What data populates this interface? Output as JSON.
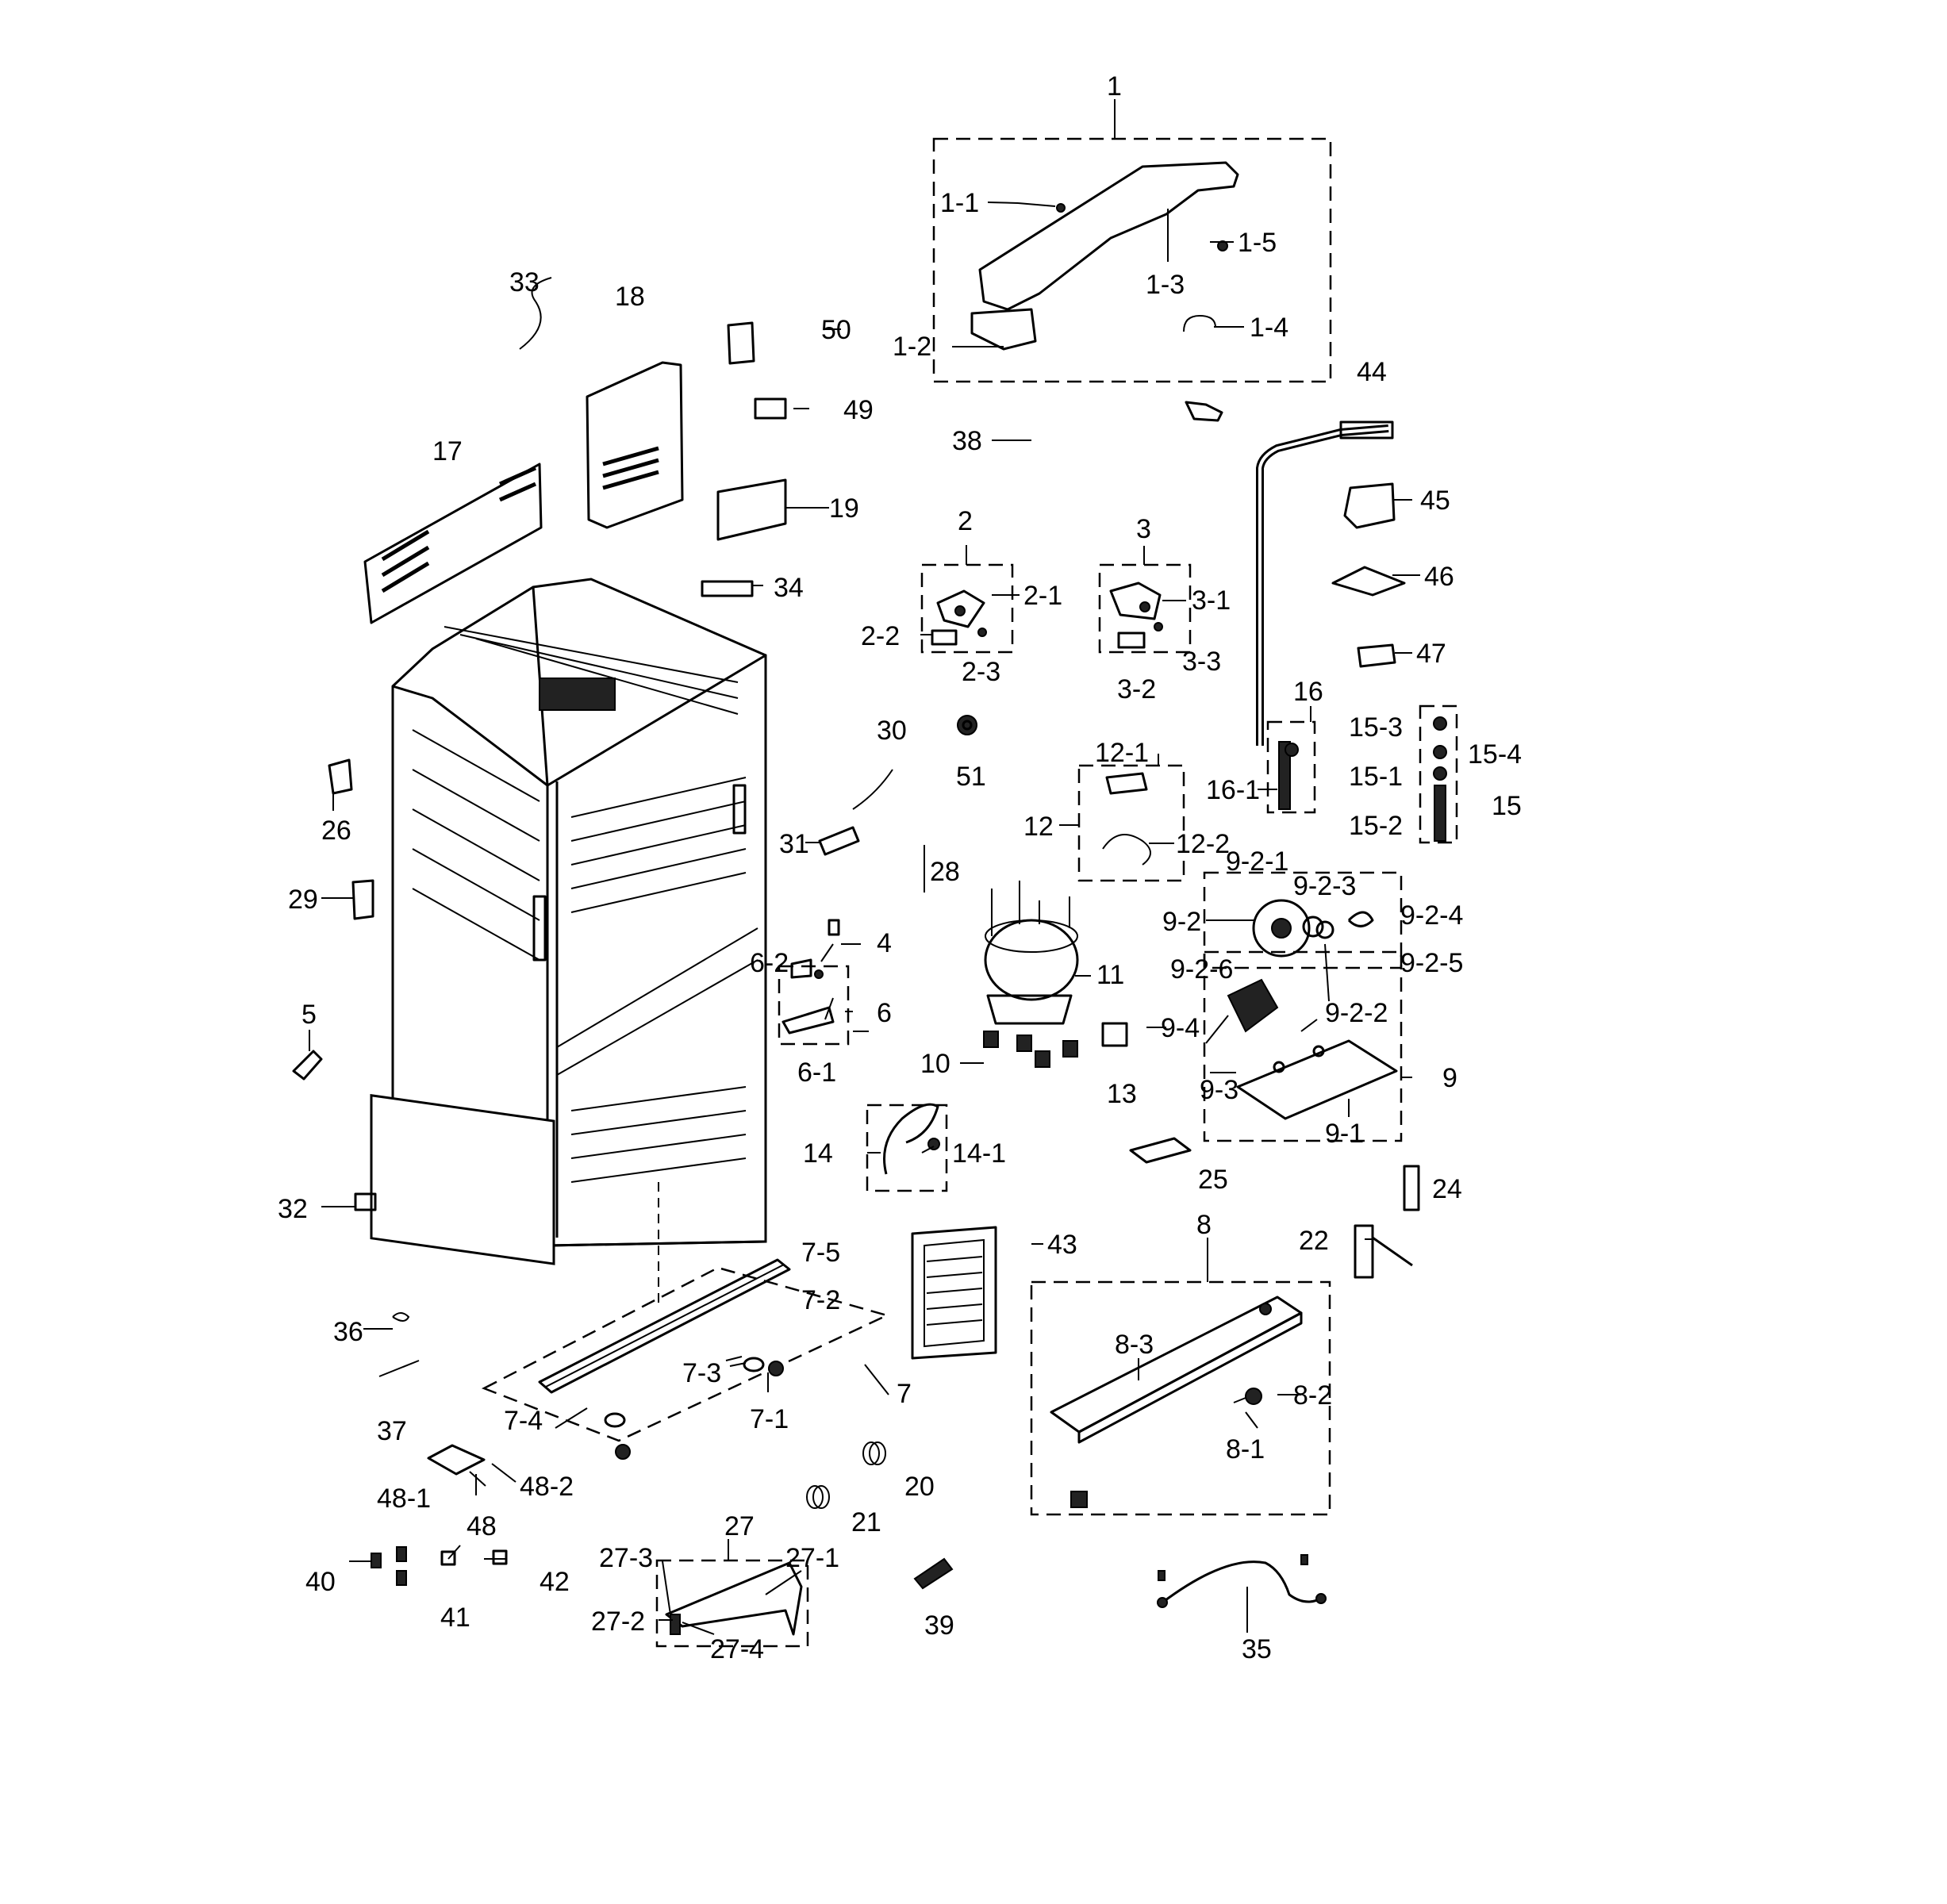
{
  "diagram": {
    "labels": [
      "1",
      "1-1",
      "1-2",
      "1-3",
      "1-4",
      "1-5",
      "2",
      "2-1",
      "2-2",
      "2-3",
      "3",
      "3-1",
      "3-2",
      "3-3",
      "4",
      "5",
      "6",
      "6-1",
      "6-2",
      "7",
      "7-1",
      "7-2",
      "7-3",
      "7-4",
      "7-5",
      "8",
      "8-1",
      "8-2",
      "8-3",
      "9",
      "9-1",
      "9-2",
      "9-2-1",
      "9-2-2",
      "9-2-3",
      "9-2-4",
      "9-2-5",
      "9-2-6",
      "9-3",
      "9-4",
      "10",
      "11",
      "12",
      "12-1",
      "12-2",
      "13",
      "14",
      "14-1",
      "15",
      "15-1",
      "15-2",
      "15-3",
      "15-4",
      "16",
      "16-1",
      "17",
      "18",
      "19",
      "20",
      "21",
      "22",
      "24",
      "25",
      "26",
      "27",
      "27-1",
      "27-2",
      "27-3",
      "27-4",
      "28",
      "29",
      "30",
      "31",
      "32",
      "33",
      "34",
      "35",
      "36",
      "37",
      "38",
      "39",
      "40",
      "41",
      "42",
      "43",
      "44",
      "45",
      "46",
      "47",
      "48",
      "48-1",
      "48-2",
      "49",
      "50",
      "51"
    ]
  }
}
